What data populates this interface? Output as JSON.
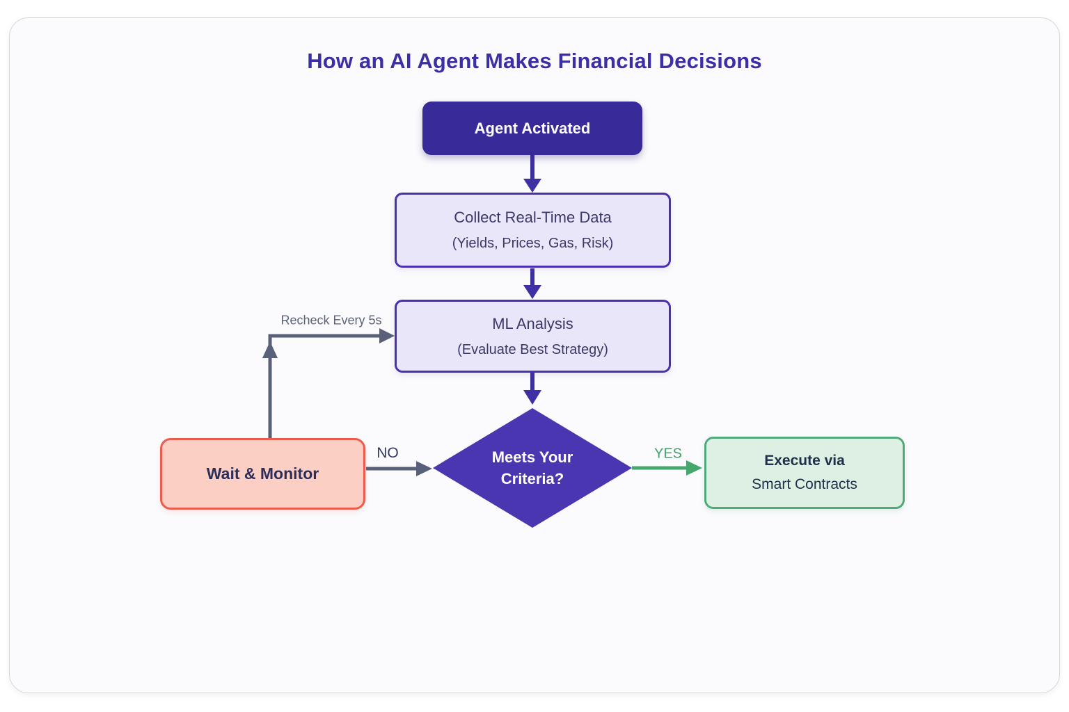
{
  "title": "How an AI Agent Makes Financial Decisions",
  "nodes": {
    "start": {
      "label": "Agent Activated"
    },
    "collect": {
      "line1": "Collect Real-Time Data",
      "line2": "(Yields, Prices, Gas, Risk)"
    },
    "ml": {
      "line1": "ML Analysis",
      "line2": "(Evaluate Best Strategy)"
    },
    "decision": {
      "line1": "Meets Your",
      "line2": "Criteria?"
    },
    "wait": {
      "label": "Wait & Monitor"
    },
    "execute": {
      "line1": "Execute via",
      "line2": "Smart Contracts"
    }
  },
  "edges": {
    "no_label": "NO",
    "yes_label": "YES",
    "recheck_label": "Recheck Every 5s"
  },
  "colors": {
    "indigo_title": "#3c2fa6",
    "indigo_node": "#392a99",
    "indigo_arrow": "#3f2fa5",
    "diamond_fill": "#4a36b0",
    "lavender_fill": "#eae6f9",
    "lavender_border": "#4b2fae",
    "lavender_text": "#3b3869",
    "salmon_fill": "#fccfc5",
    "salmon_border": "#ee5a4b",
    "navy_text": "#2b2d5a",
    "green_fill": "#def0e4",
    "green_border": "#4ea97b",
    "green_arrow": "#45a76c",
    "green_label": "#3aa566",
    "execute_text": "#203048",
    "gray_arrow": "#596079",
    "gray_label": "#5c627a",
    "edge_label": "#333a61"
  }
}
